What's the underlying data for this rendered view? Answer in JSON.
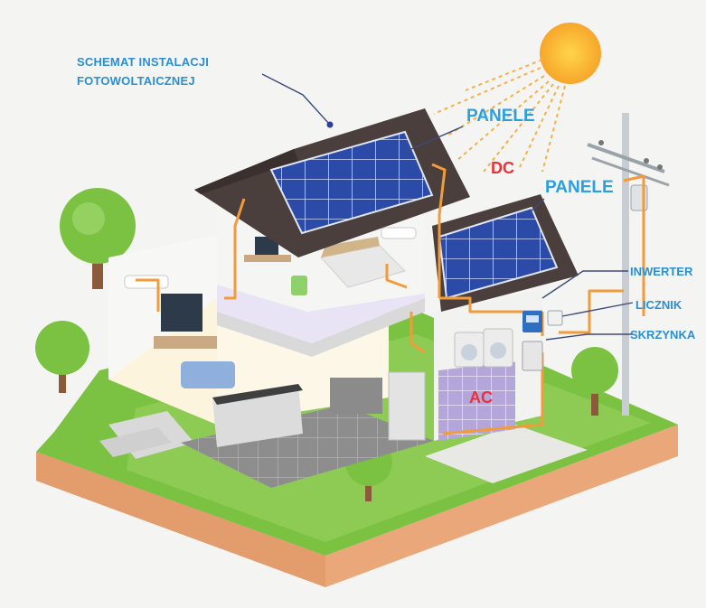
{
  "diagram": {
    "title_line1": "SCHEMAT INSTALACJI",
    "title_line2": "FOTOWOLTAICZNEJ",
    "labels": {
      "panele_top": "PANELE",
      "panele_right": "PANELE",
      "dc": "DC",
      "ac": "AC",
      "inwerter": "INWERTER",
      "licznik": "LICZNIK",
      "skrzynka": "SKRZYNKA"
    }
  },
  "colors": {
    "label_blue": "#2aa0e0",
    "label_red": "#e8323c",
    "cable_orange": "#f29b3a",
    "solar_panel": "#2c4aa8",
    "grass": "#7cc242",
    "soil": "#e9a77a",
    "sun": "#fbb03b"
  }
}
